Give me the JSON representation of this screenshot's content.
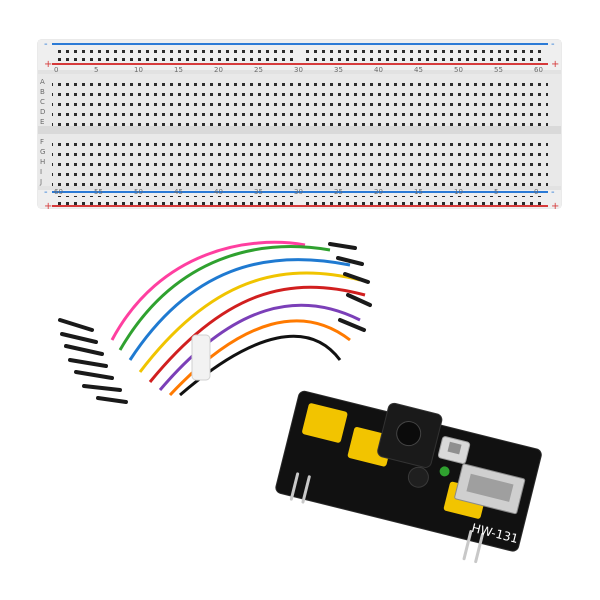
{
  "breadcrumb_image": {
    "colors": {
      "board": "#eaeaea",
      "board_edge": "#d6d6d6",
      "hole": "#2b2b2b",
      "rail_blue": "#2c7bd6",
      "rail_red": "#d63a3a",
      "pcb": "#111111",
      "jumper_yellow": "#f2c400",
      "wire_colors": [
        "#d11f1f",
        "#1f7ad1",
        "#2fa12f",
        "#ffffff",
        "#f0c400",
        "#7b3fb8",
        "#ff7a00",
        "#111111",
        "#ff3fa0"
      ]
    },
    "breadboard": {
      "column_numbers_top": [
        "0",
        "5",
        "10",
        "15",
        "20",
        "25",
        "30",
        "35",
        "40",
        "45",
        "50",
        "55",
        "60"
      ],
      "column_numbers_bottom": [
        "60",
        "55",
        "50",
        "45",
        "40",
        "35",
        "30",
        "25",
        "20",
        "15",
        "10",
        "5",
        "0"
      ],
      "row_letters_top": [
        "A",
        "B",
        "C",
        "D",
        "E"
      ],
      "row_letters_bottom": [
        "F",
        "G",
        "H",
        "I",
        "J"
      ],
      "rail_plus": "+",
      "rail_minus": "-"
    },
    "power_module": {
      "label": "HW-131"
    },
    "icons": {
      "breadboard": "breadboard-icon",
      "jumper_wires": "jumper-wires-icon",
      "power_module": "power-module-icon"
    }
  }
}
